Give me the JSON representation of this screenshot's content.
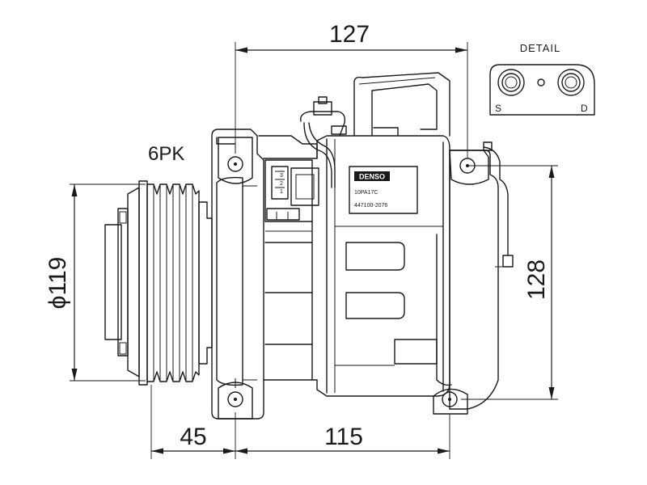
{
  "drawing": {
    "dimensions": {
      "width_top": "127",
      "diameter": "ϕ119",
      "height_right": "128",
      "bottom_left": "45",
      "bottom_right": "115"
    },
    "belt_label": "6PK",
    "detail": {
      "title": "DETAIL",
      "suction_label": "S",
      "discharge_label": "D"
    },
    "nameplate": {
      "brand": "DENSO",
      "model": "10PA17C",
      "part_number": "447100-2076"
    },
    "connector_pins": [
      "3",
      "2",
      "1"
    ]
  }
}
